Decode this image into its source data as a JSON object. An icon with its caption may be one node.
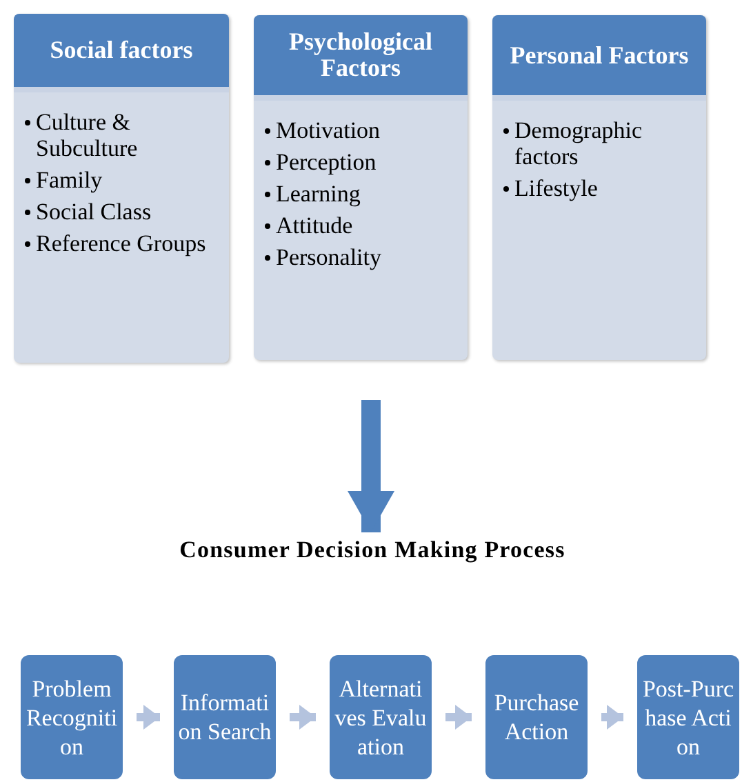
{
  "diagram": {
    "nodes": [
      {
        "text": [
          "Social factors",
          "Culture & Subculture",
          "Family",
          "Social Class",
          "Reference Groups"
        ]
      },
      {
        "text": [
          "Psychological Factors",
          "Motivation",
          "Perception",
          "Learning",
          "Attitude",
          "Personality"
        ]
      },
      {
        "text": [
          "Personal Factors",
          "Demographic factors",
          "Lifestyle"
        ]
      },
      {
        "text": [
          "Consumer Decision Making Process"
        ]
      },
      {
        "text": [
          "Problem Recognition"
        ]
      },
      {
        "text": [
          "Information Search"
        ]
      },
      {
        "text": [
          "Alternatives Evaluation"
        ]
      },
      {
        "text": [
          "Purchase Action"
        ]
      },
      {
        "text": [
          "Post-Purchase Action"
        ]
      }
    ],
    "edges": [
      {
        "from": null,
        "to": 3,
        "arrow": "to",
        "style": "thick",
        "color": "#4f81bd"
      },
      {
        "from": 4,
        "to": 5,
        "arrow": "to"
      },
      {
        "from": 5,
        "to": 6,
        "arrow": "to"
      },
      {
        "from": 6,
        "to": 7,
        "arrow": "to"
      },
      {
        "from": 7,
        "to": 8,
        "arrow": "to"
      }
    ]
  }
}
